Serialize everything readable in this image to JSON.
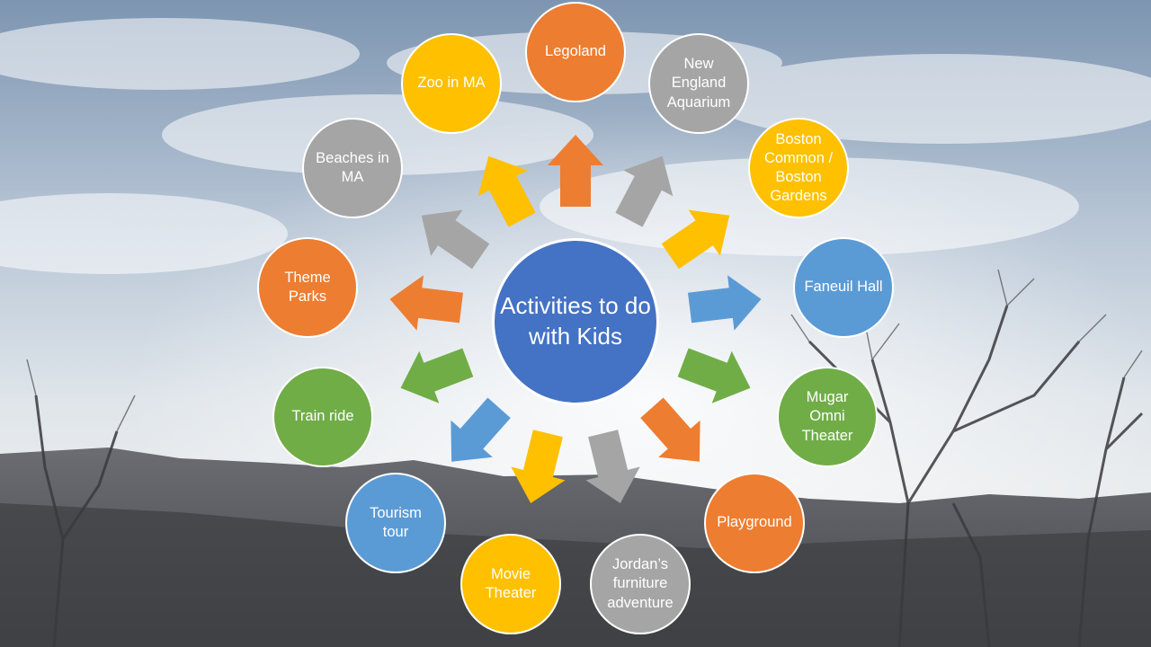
{
  "colors": {
    "orange": "#ED7D31",
    "gray": "#A5A5A5",
    "gold": "#FFC000",
    "blue": "#5B9BD5",
    "green": "#70AD47",
    "center": "#4472C4"
  },
  "center": {
    "label": "Activities to do with Kids",
    "color_key": "center"
  },
  "items": [
    {
      "label": "Legoland",
      "color_key": "orange"
    },
    {
      "label": "New England Aquarium",
      "color_key": "gray"
    },
    {
      "label": "Boston Common / Boston Gardens",
      "color_key": "gold"
    },
    {
      "label": "Faneuil Hall",
      "color_key": "blue"
    },
    {
      "label": "Mugar Omni Theater",
      "color_key": "green"
    },
    {
      "label": "Playground",
      "color_key": "orange"
    },
    {
      "label": "Jordan’s furniture adventure",
      "color_key": "gray"
    },
    {
      "label": "Movie Theater",
      "color_key": "gold"
    },
    {
      "label": "Tourism tour",
      "color_key": "blue"
    },
    {
      "label": "Train ride",
      "color_key": "green"
    },
    {
      "label": "Theme Parks",
      "color_key": "orange"
    },
    {
      "label": "Beaches in MA",
      "color_key": "gray"
    },
    {
      "label": "Zoo in MA",
      "color_key": "gold"
    }
  ]
}
